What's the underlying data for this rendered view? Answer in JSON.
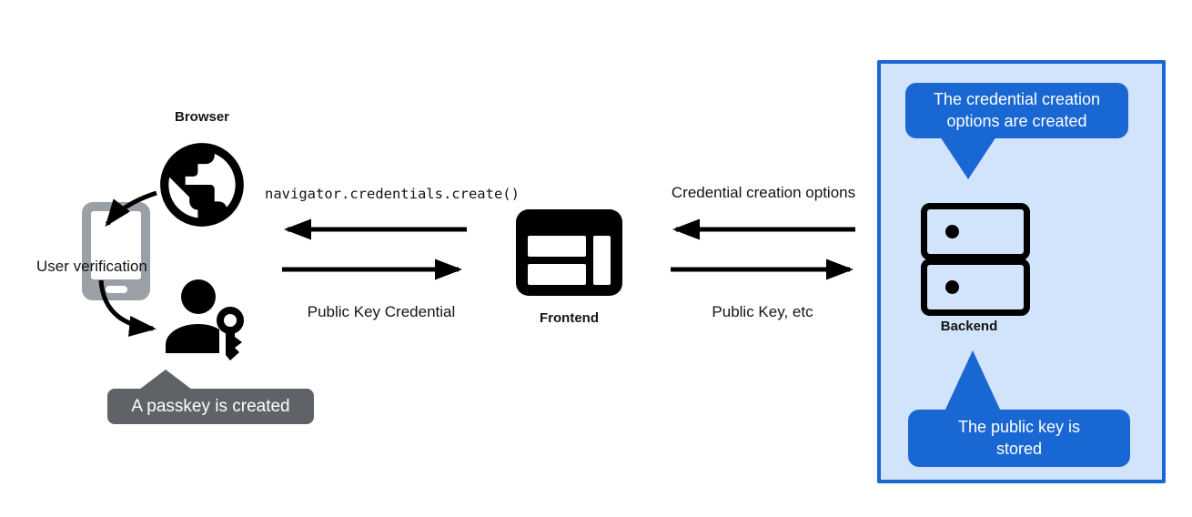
{
  "colors": {
    "ink": "#141414",
    "icon-black": "#000000",
    "icon-gray": "#9aa0a6",
    "tooltip-bg": "#5f6368",
    "callout-blue": "#1967d2",
    "panel-bg": "#d2e3fc",
    "panel-border": "#1967d2",
    "text-on-dark": "#ffffff"
  },
  "nodes": {
    "browser": {
      "label": "Browser",
      "icon": "globe-icon"
    },
    "user_verification": {
      "label": "User verification",
      "icon": "smartphone-icon"
    },
    "passkey": {
      "icon": "person-key-icon"
    },
    "frontend": {
      "label": "Frontend",
      "icon": "browser-window-icon"
    },
    "backend": {
      "label": "Backend",
      "icon": "server-stack-icon"
    }
  },
  "messages": {
    "create_call": "navigator.credentials.create()",
    "public_key_credential": "Public Key Credential",
    "credential_creation_options": "Credential creation options",
    "public_key_etc": "Public Key, etc"
  },
  "callouts": {
    "passkey_created": "A passkey is created",
    "options_created": "The credential creation\noptions are created",
    "public_key_stored": "The public key is\nstored"
  }
}
